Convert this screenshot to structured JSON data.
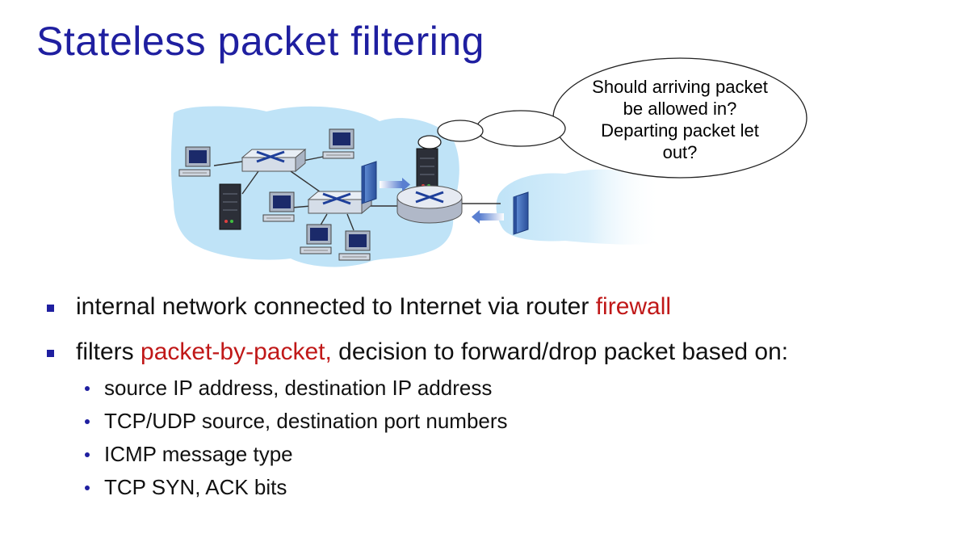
{
  "title": "Stateless packet filtering",
  "bubble": {
    "text": "Should arriving packet be allowed in? Departing packet let out?"
  },
  "bullets": [
    {
      "pre": "internal network connected to Internet via router ",
      "highlight": "firewall",
      "post": ""
    },
    {
      "pre": "filters ",
      "highlight": "packet-by-packet,",
      "post": " decision to forward/drop packet based on:",
      "sub": [
        "source IP address, destination IP address",
        "TCP/UDP source, destination port numbers",
        "ICMP message type",
        "TCP SYN, ACK bits"
      ]
    }
  ],
  "colors": {
    "title": "#1f1fa0",
    "highlight": "#c01818",
    "cloud": "#bfe3f7",
    "firewall": "#3a6fc0"
  }
}
